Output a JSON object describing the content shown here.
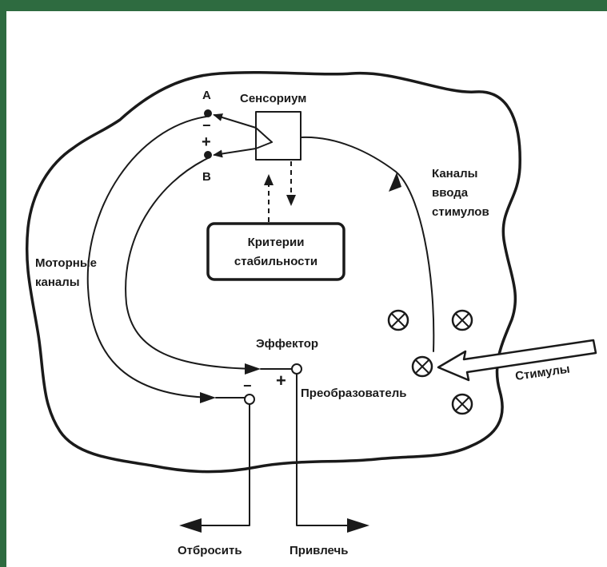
{
  "diagram": {
    "sensorium_label": "Сенсориум",
    "point_a_label": "A",
    "point_b_label": "B",
    "sign_minus_top": "−",
    "sign_plus_top": "+",
    "criteria_line1": "Критерии",
    "criteria_line2": "стабильности",
    "input_channels_line1": "Каналы",
    "input_channels_line2": "ввода",
    "input_channels_line3": "стимулов",
    "motor_channels_line1": "Моторные",
    "motor_channels_line2": "каналы",
    "effector_label": "Эффектор",
    "sign_plus_effector": "+",
    "sign_minus_effector": "−",
    "transducer_label": "Преобразователь",
    "stimuli_label": "Стимулы",
    "reject_label": "Отбросить",
    "attract_label": "Привлечь"
  },
  "colors": {
    "frame": "#2e6b40",
    "ink": "#1a1a1a",
    "paper": "#ffffff"
  }
}
